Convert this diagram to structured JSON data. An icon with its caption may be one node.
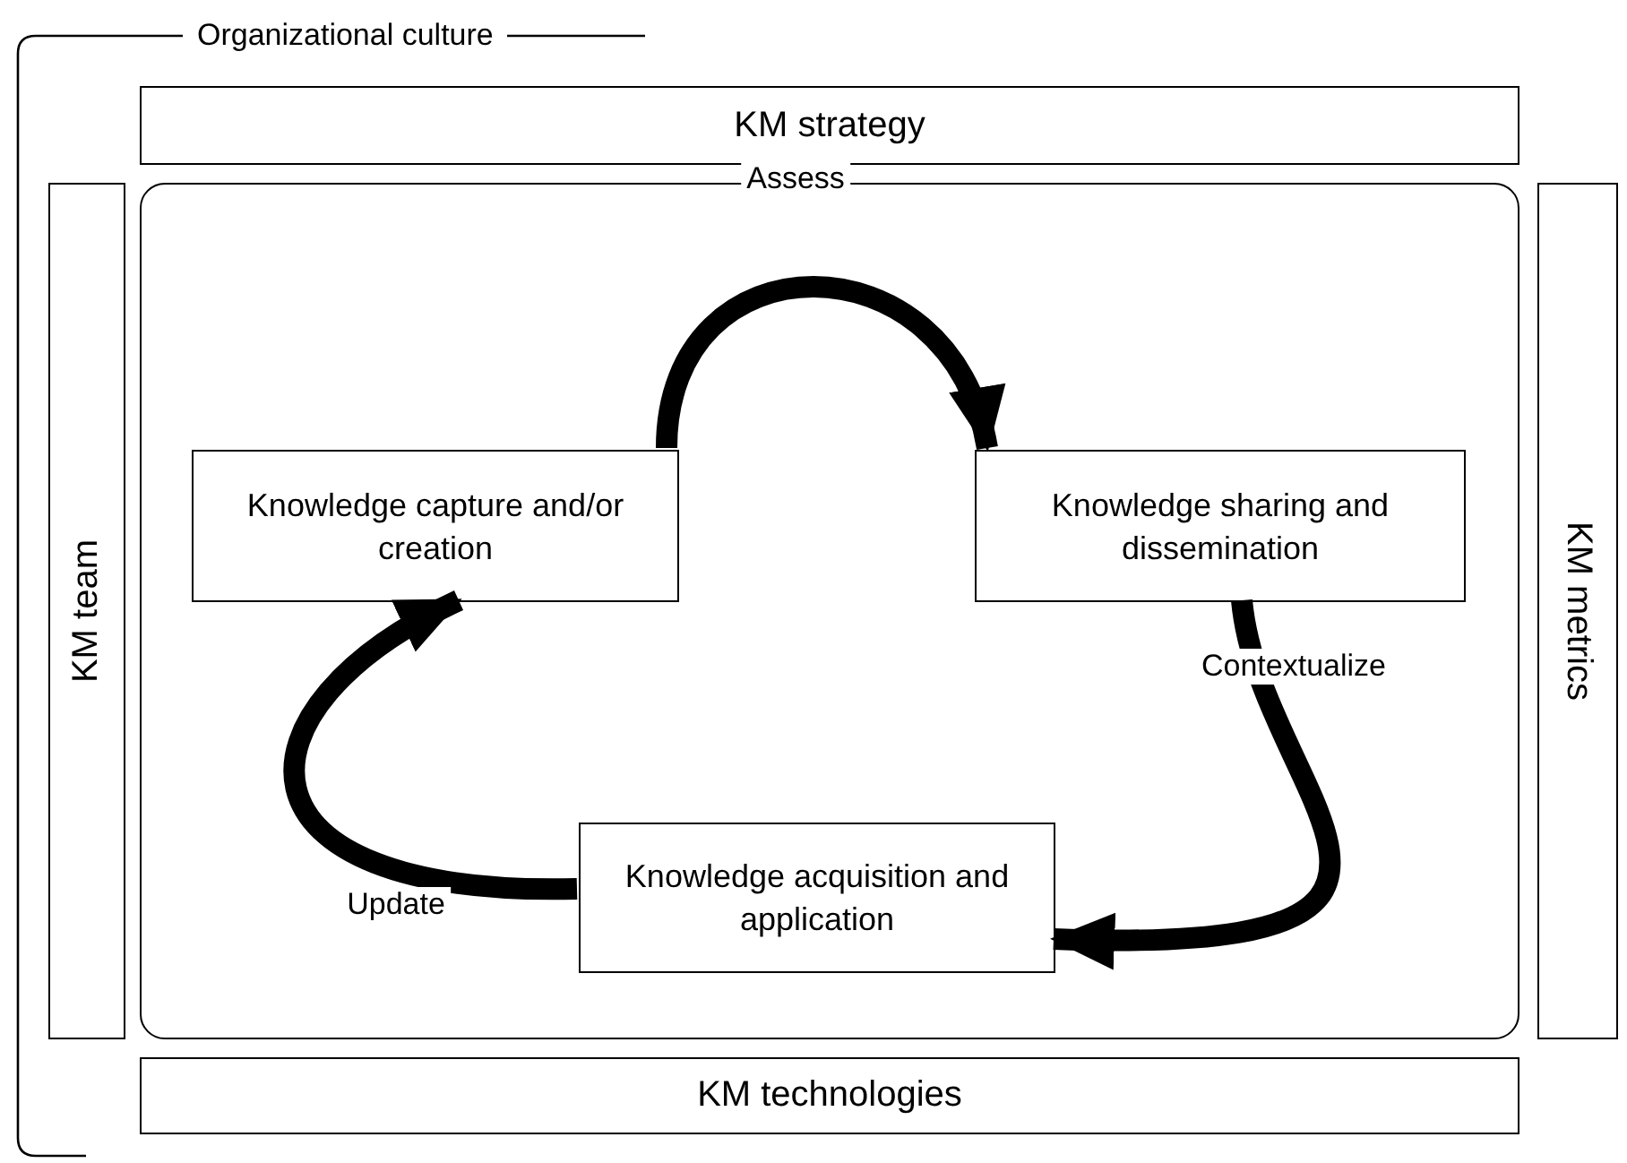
{
  "diagram": {
    "nodes": [
      {
        "text": [
          "Organizational culture"
        ]
      },
      {
        "text": [
          "KM strategy"
        ]
      },
      {
        "text": [
          "KM team"
        ]
      },
      {
        "text": [],
        "shape": "box"
      },
      {
        "text": [
          "Knowledge capture and/or creation"
        ],
        "in": 3
      },
      {
        "text": [
          "Knowledge sharing and dissemination"
        ],
        "in": 3
      },
      {
        "text": [
          "Knowledge acquisition and application"
        ],
        "in": 3
      },
      {
        "text": [
          "KM metrics"
        ]
      },
      {
        "text": [
          "KM technologies"
        ]
      }
    ],
    "edges": [
      {
        "from": 4,
        "to": 5,
        "arrow": "to",
        "label": "Assess"
      },
      {
        "from": 5,
        "to": 6,
        "arrow": "to",
        "label": "Contextualize"
      },
      {
        "from": 6,
        "to": 4,
        "arrow": "to",
        "label": "Update"
      }
    ]
  }
}
